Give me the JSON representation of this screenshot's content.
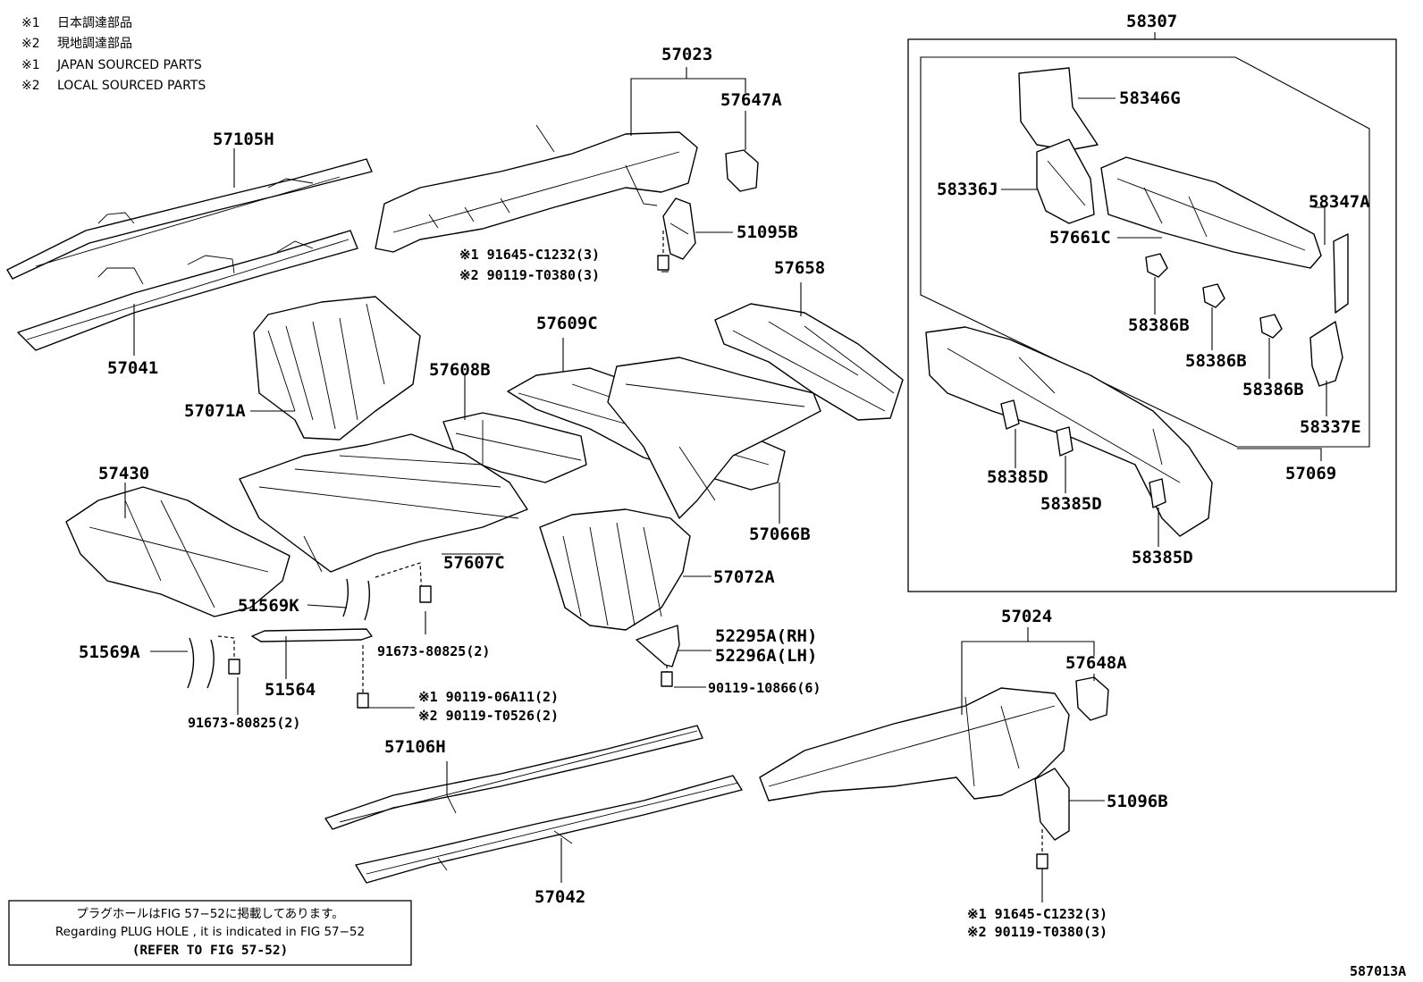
{
  "legend": [
    {
      "mark": "※1",
      "text": "日本調達部品"
    },
    {
      "mark": "※2",
      "text": "現地調達部品"
    },
    {
      "mark": "※1",
      "text": "JAPAN SOURCED PARTS"
    },
    {
      "mark": "※2",
      "text": "LOCAL SOURCED PARTS"
    }
  ],
  "labels": {
    "p57023": "57023",
    "p57647A": "57647A",
    "p57105H": "57105H",
    "p51095B": "51095B",
    "fast1a": "※1 91645-C1232(3)",
    "fast1b": "※2 90119-T0380(3)",
    "p57041": "57041",
    "p57658": "57658",
    "p57609C": "57609C",
    "p57608B": "57608B",
    "p57071A": "57071A",
    "p57430": "57430",
    "p57066B": "57066B",
    "p57607C": "57607C",
    "p57072A": "57072A",
    "p51569K": "51569K",
    "p51569A": "51569A",
    "p51564": "51564",
    "fast2": "91673-80825(2)",
    "fast3": "91673-80825(2)",
    "p52295A": "52295A(RH)",
    "p52296A": "52296A(LH)",
    "fast4": "90119-10866(6)",
    "fast5a": "※1 90119-06A11(2)",
    "fast5b": "※2 90119-T0526(2)",
    "p57024": "57024",
    "p57648A": "57648A",
    "p57106H": "57106H",
    "p51096B": "51096B",
    "p57042": "57042",
    "fast6a": "※1 91645-C1232(3)",
    "fast6b": "※2 90119-T0380(3)",
    "p58307": "58307",
    "p58346G": "58346G",
    "p58336J": "58336J",
    "p58347A": "58347A",
    "p57661C": "57661C",
    "p58386B_1": "58386B",
    "p58386B_2": "58386B",
    "p58386B_3": "58386B",
    "p58337E": "58337E",
    "p58385D_1": "58385D",
    "p58385D_2": "58385D",
    "p58385D_3": "58385D",
    "p57069": "57069"
  },
  "note": {
    "line1": "プラグホールはFIG 57−52に掲載してあります。",
    "line2": "Regarding  PLUG  HOLE , it is indicated in  FIG  57−52",
    "line3": "(REFER TO FIG 57-52)"
  },
  "figure_id": "587013A"
}
